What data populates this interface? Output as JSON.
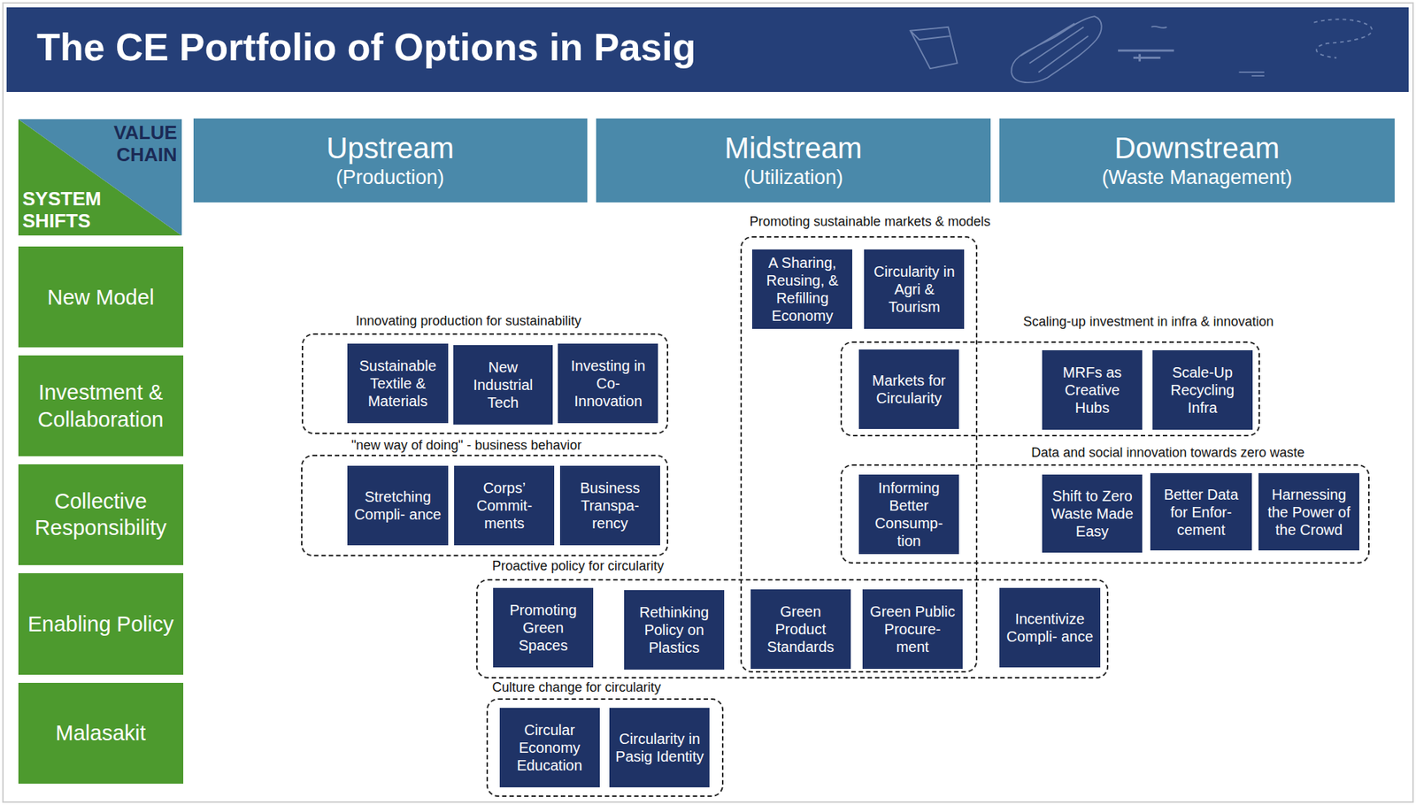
{
  "diagram": {
    "title": "The CE Portfolio of Options in Pasig",
    "nodes": [
      {
        "text": [
          "VALUE CHAIN",
          "SYSTEM SHIFTS"
        ]
      },
      {
        "text": [
          "Upstream",
          "(Production)"
        ]
      },
      {
        "text": [
          "Midstream",
          "(Utilization)"
        ]
      },
      {
        "text": [
          "Downstream",
          "(Waste Management)"
        ]
      },
      {
        "text": [
          "New Model"
        ]
      },
      {
        "text": [
          "Investment & Collaboration"
        ]
      },
      {
        "text": [
          "Collective Responsibility"
        ]
      },
      {
        "text": [
          "Enabling Policy"
        ]
      },
      {
        "text": [
          "Malasakit"
        ]
      },
      {
        "text": [
          "Promoting sustainable markets & models"
        ]
      },
      {
        "text": [
          "A Sharing, Reusing, & Refilling Economy"
        ],
        "in": 9
      },
      {
        "text": [
          "Circularity in Agri & Tourism"
        ],
        "in": 9
      },
      {
        "text": [
          "Innovating production for sustainability"
        ]
      },
      {
        "text": [
          "Sustainable Textile & Materials"
        ],
        "in": 12
      },
      {
        "text": [
          "New Industrial Tech"
        ],
        "in": 12
      },
      {
        "text": [
          "Investing in Co- Innovation"
        ],
        "in": 12
      },
      {
        "text": [
          "Scaling-up investment in infra & innovation"
        ]
      },
      {
        "text": [
          "Markets for Circularity"
        ],
        "in": 9
      },
      {
        "text": [
          "MRFs as Creative Hubs"
        ],
        "in": 16
      },
      {
        "text": [
          "Scale-Up Recycling Infra"
        ],
        "in": 16
      },
      {
        "text": [
          "\"new way of doing\" - business behavior"
        ]
      },
      {
        "text": [
          "Stretching Compli- ance"
        ],
        "in": 20
      },
      {
        "text": [
          "Corps’ Commit- ments"
        ],
        "in": 20
      },
      {
        "text": [
          "Business Transpa- rency"
        ],
        "in": 20
      },
      {
        "text": [
          "Data and social innovation towards zero waste"
        ]
      },
      {
        "text": [
          "Informing Better Consump- tion"
        ],
        "in": 9
      },
      {
        "text": [
          "Shift to Zero Waste Made Easy"
        ],
        "in": 24
      },
      {
        "text": [
          "Better Data for Enfor- cement"
        ],
        "in": 24
      },
      {
        "text": [
          "Harnessing the Power of the Crowd"
        ],
        "in": 24
      },
      {
        "text": [
          "Proactive policy for circularity"
        ]
      },
      {
        "text": [
          "Promoting Green Spaces"
        ],
        "in": 29
      },
      {
        "text": [
          "Rethinking Policy on Plastics"
        ],
        "in": 29
      },
      {
        "text": [
          "Green Product Standards"
        ],
        "in": 9
      },
      {
        "text": [
          "Green Public Procure- ment"
        ],
        "in": 9
      },
      {
        "text": [
          "Incentivize Compli- ance"
        ],
        "in": 29
      },
      {
        "text": [
          "Culture change for circularity"
        ]
      },
      {
        "text": [
          "Circular Economy Education"
        ],
        "in": 35
      },
      {
        "text": [
          "Circularity in Pasig Identity"
        ],
        "in": 35
      }
    ]
  }
}
